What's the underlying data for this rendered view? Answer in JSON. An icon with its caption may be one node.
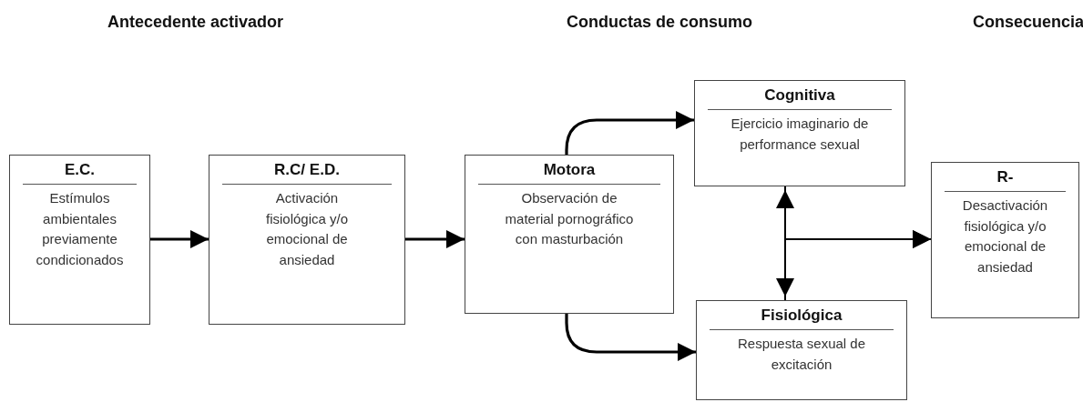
{
  "diagram": {
    "nodes": [
      {
        "text": [
          "E.C.",
          "Estímulos ambientales previamente condicionados"
        ]
      },
      {
        "text": [
          "R.C/ E.D.",
          "Activación fisiológica y/o emocional de ansiedad"
        ]
      },
      {
        "text": [
          "Motora",
          "Observación de material pornográfico con masturbación"
        ]
      },
      {
        "text": [
          "Cognitiva",
          "Ejercicio imaginario de performance sexual"
        ]
      },
      {
        "text": [
          "Fisiológica",
          "Respuesta sexual de excitación"
        ]
      },
      {
        "text": [
          "R-",
          "Desactivación fisiológica y/o emocional de ansiedad"
        ]
      }
    ],
    "edges": [
      {
        "from": 0,
        "to": 1,
        "arrow": "to"
      },
      {
        "from": 1,
        "to": 2,
        "arrow": "to"
      },
      {
        "from": 2,
        "to": 3,
        "arrow": "to"
      },
      {
        "from": 2,
        "to": 4,
        "arrow": "to"
      },
      {
        "from": 3,
        "to": 4,
        "arrow": "both"
      },
      {
        "from": 3,
        "to": 5,
        "arrow": "to"
      },
      {
        "from": 4,
        "to": 5,
        "arrow": "to"
      }
    ],
    "labels": [
      "Antecedente activador",
      "Conductas de consumo",
      "Consecuencia"
    ]
  }
}
